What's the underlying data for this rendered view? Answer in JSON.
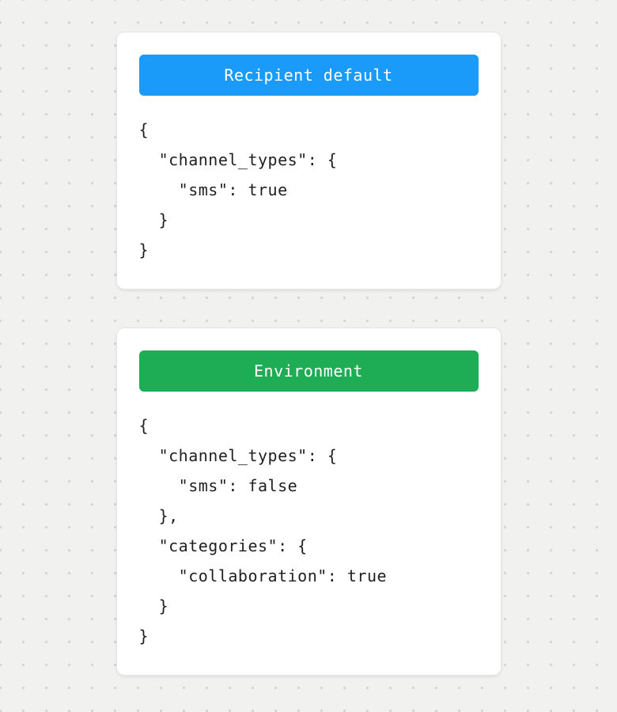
{
  "colors": {
    "recipient_badge": "#1a9bfa",
    "environment_badge": "#1ead55",
    "code_text": "#1f1f1f",
    "card_background": "#ffffff",
    "page_background": "#f1f1f0",
    "dot_grid": "#d3d3d2"
  },
  "cards": [
    {
      "badge": {
        "label": "Recipient default",
        "color": "#1a9bfa"
      },
      "lines": [
        "{",
        "  \"channel_types\": {",
        "    \"sms\": true",
        "  }",
        "}"
      ]
    },
    {
      "badge": {
        "label": "Environment",
        "color": "#1ead55"
      },
      "lines": [
        "{",
        "  \"channel_types\": {",
        "    \"sms\": false",
        "  },",
        "  \"categories\": {",
        "    \"collaboration\": true",
        "  }",
        "}"
      ]
    }
  ]
}
